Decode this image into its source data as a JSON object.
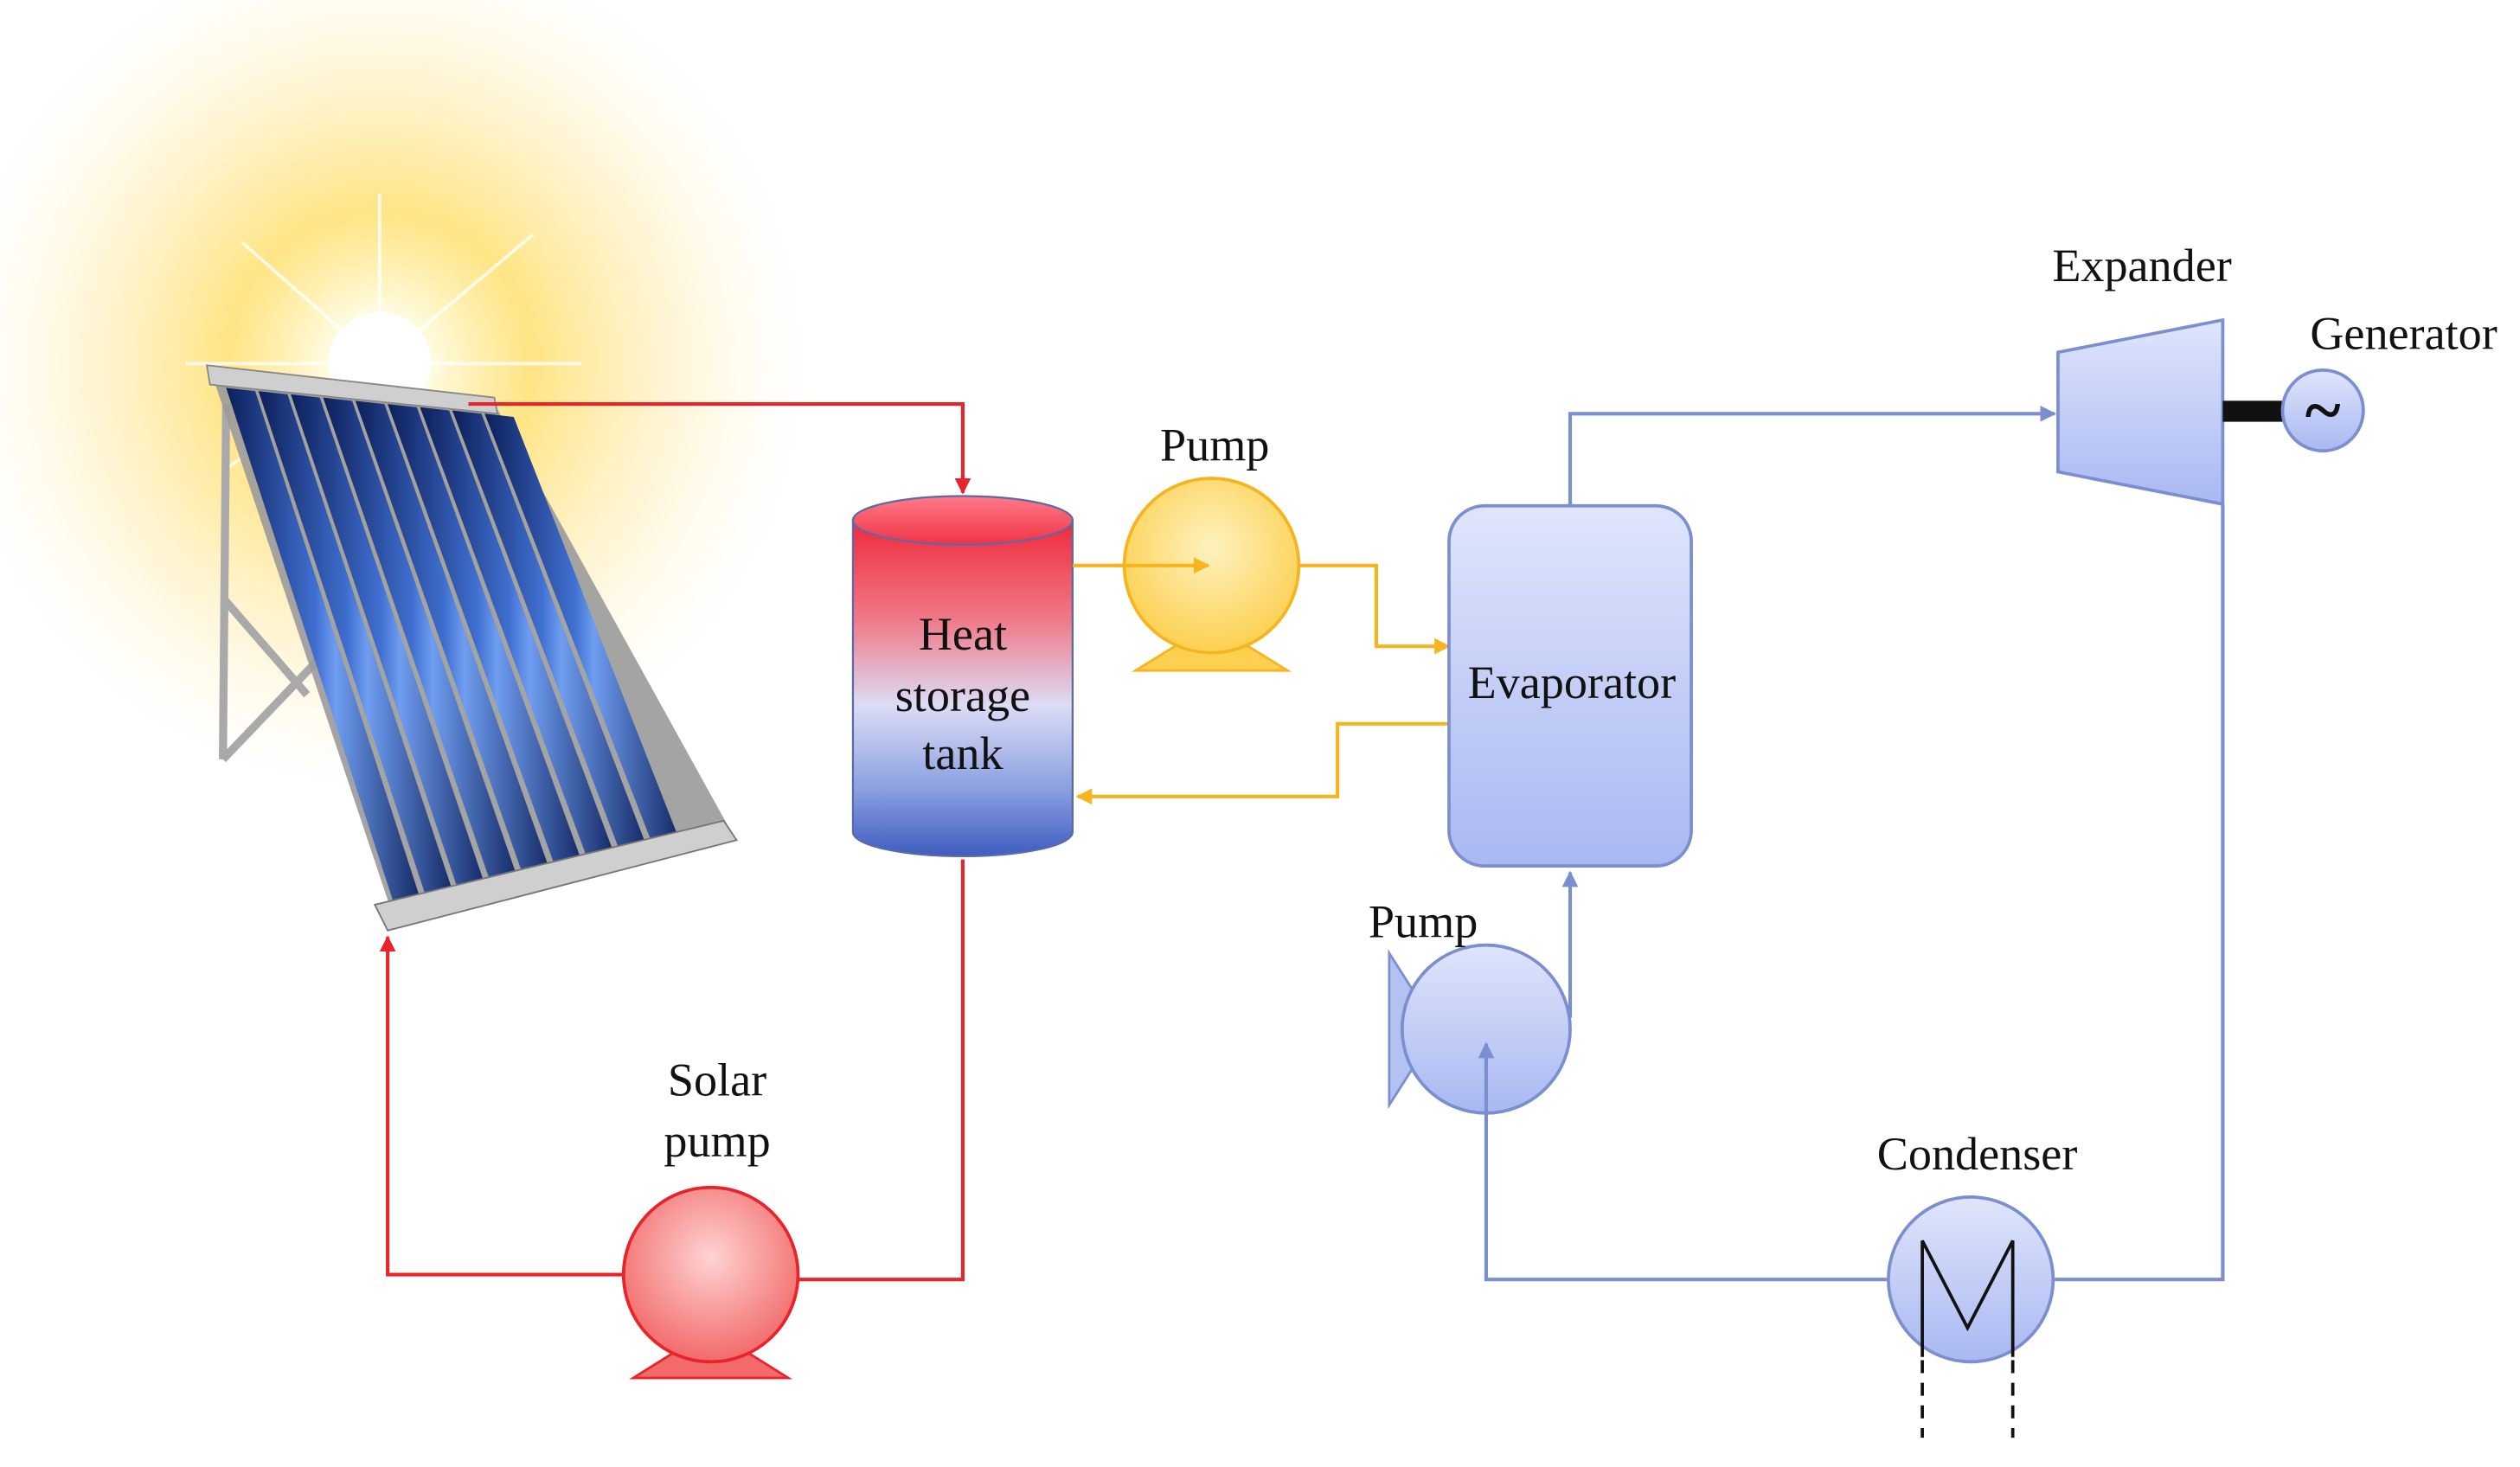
{
  "labels": {
    "heat_storage_tank": [
      "Heat",
      "storage",
      "tank"
    ],
    "pump_top": "Pump",
    "evaporator": "Evaporator",
    "pump_bottom": "Pump",
    "expander": "Expander",
    "generator": "Generator",
    "generator_symbol": "~",
    "condenser": "Condenser",
    "solar_pump": [
      "Solar",
      "pump"
    ]
  },
  "colors": {
    "solar_loop": "#e8242a",
    "heat_transfer_loop": "#f7b41e",
    "orc_loop": "#7b8fd0",
    "sun_glow": "#ffd23c"
  }
}
